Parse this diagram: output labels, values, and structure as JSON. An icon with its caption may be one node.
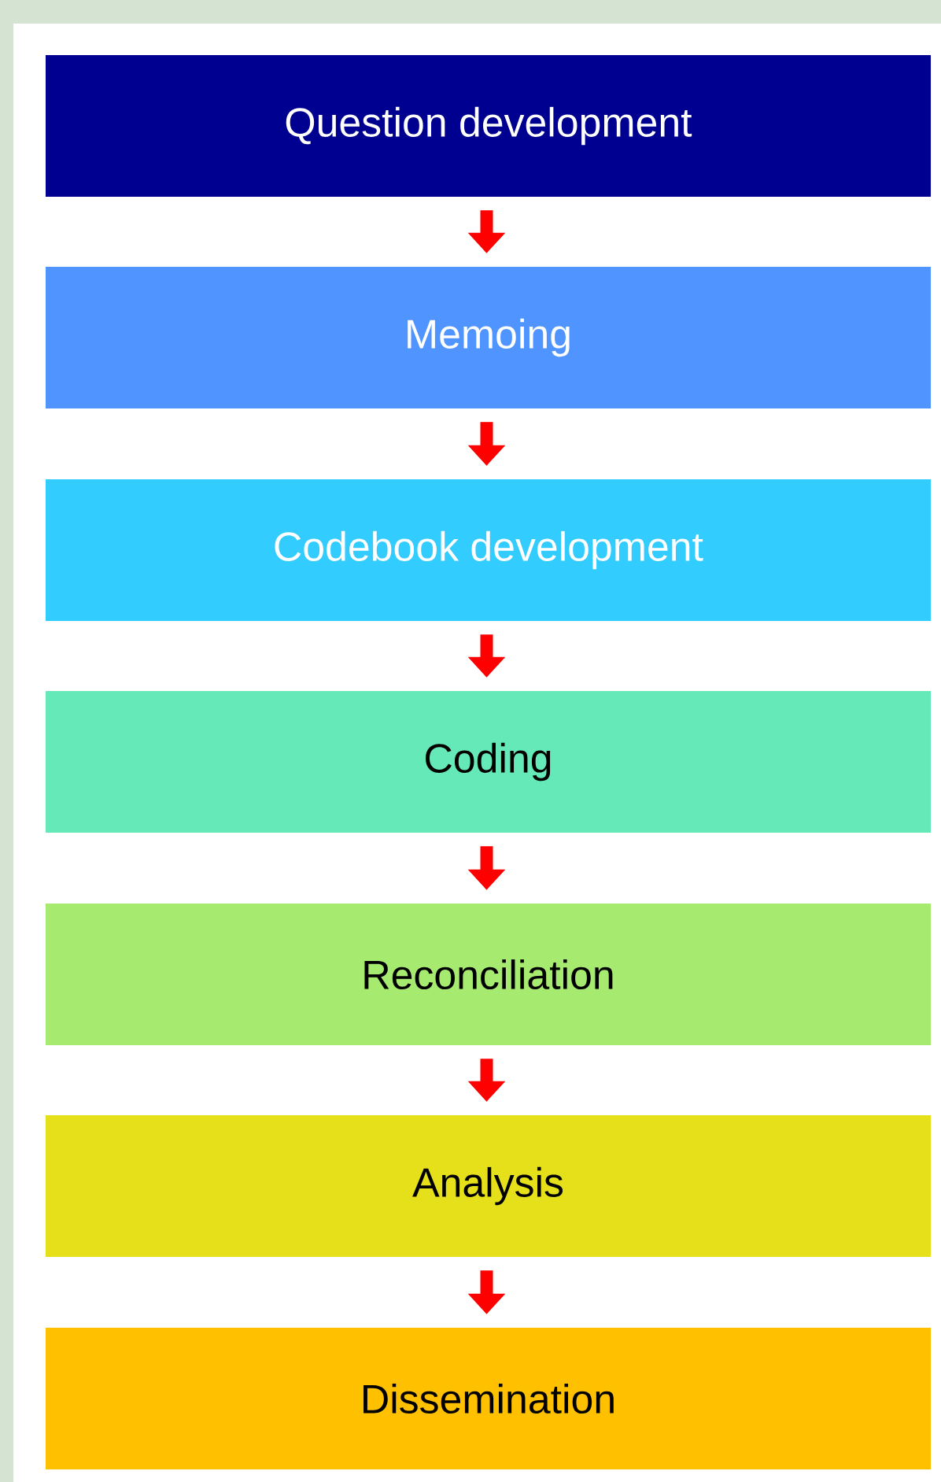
{
  "diagram": {
    "nodes": [
      {
        "text": [
          "Question development"
        ]
      },
      {
        "text": [
          "Memoing"
        ]
      },
      {
        "text": [
          "Codebook development"
        ]
      },
      {
        "text": [
          "Coding"
        ]
      },
      {
        "text": [
          "Reconciliation"
        ]
      },
      {
        "text": [
          "Analysis"
        ]
      },
      {
        "text": [
          "Dissemination"
        ]
      }
    ],
    "edges": [
      {
        "from": 0,
        "to": 1,
        "arrow": "to"
      },
      {
        "from": 1,
        "to": 2,
        "arrow": "to"
      },
      {
        "from": 2,
        "to": 3,
        "arrow": "to"
      },
      {
        "from": 3,
        "to": 4,
        "arrow": "to"
      },
      {
        "from": 4,
        "to": 5,
        "arrow": "to"
      },
      {
        "from": 5,
        "to": 6,
        "arrow": "to"
      }
    ]
  }
}
